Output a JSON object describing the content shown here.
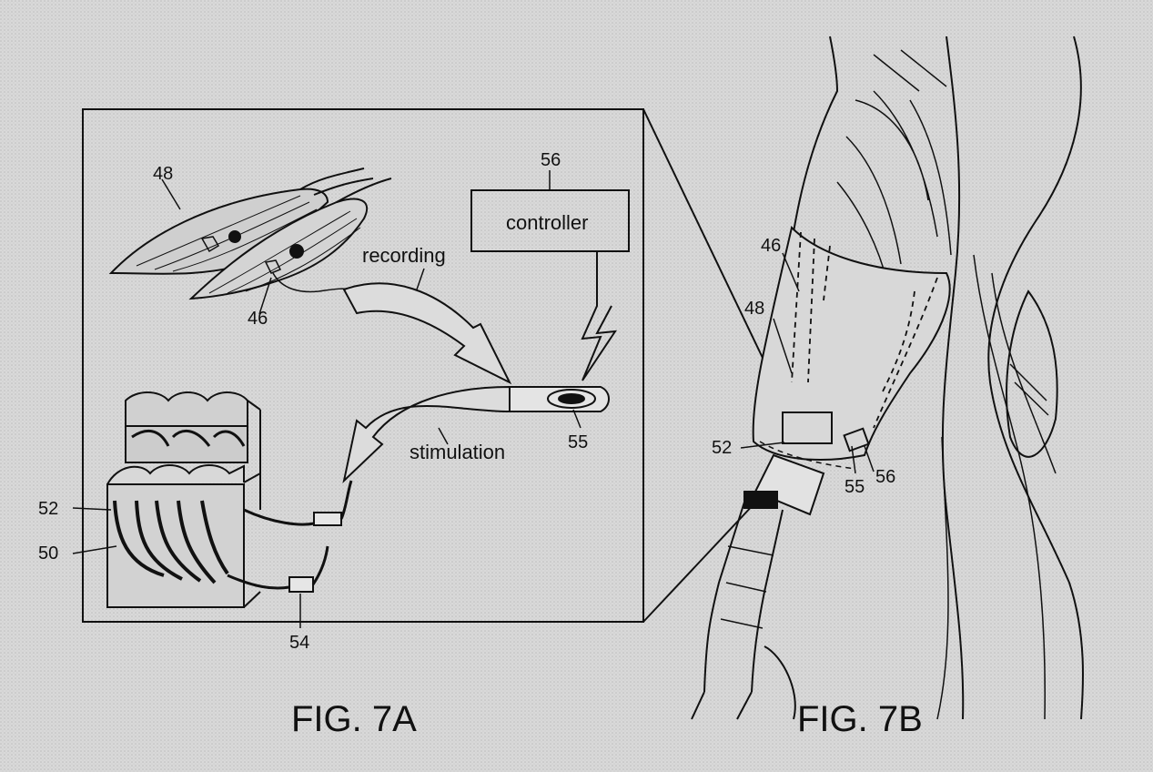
{
  "fig_7a": {
    "caption": "FIG. 7A",
    "labels": {
      "ref_48": "48",
      "ref_46": "46",
      "ref_56": "56",
      "controller": "controller",
      "recording": "recording",
      "stimulation": "stimulation",
      "ref_55": "55",
      "ref_52": "52",
      "ref_50": "50",
      "ref_54": "54"
    }
  },
  "fig_7b": {
    "caption": "FIG. 7B",
    "labels": {
      "ref_46": "46",
      "ref_48": "48",
      "ref_52": "52",
      "ref_55": "55",
      "ref_56": "56"
    }
  },
  "colors": {
    "background": "#d6d6d6",
    "ink": "#111111"
  }
}
